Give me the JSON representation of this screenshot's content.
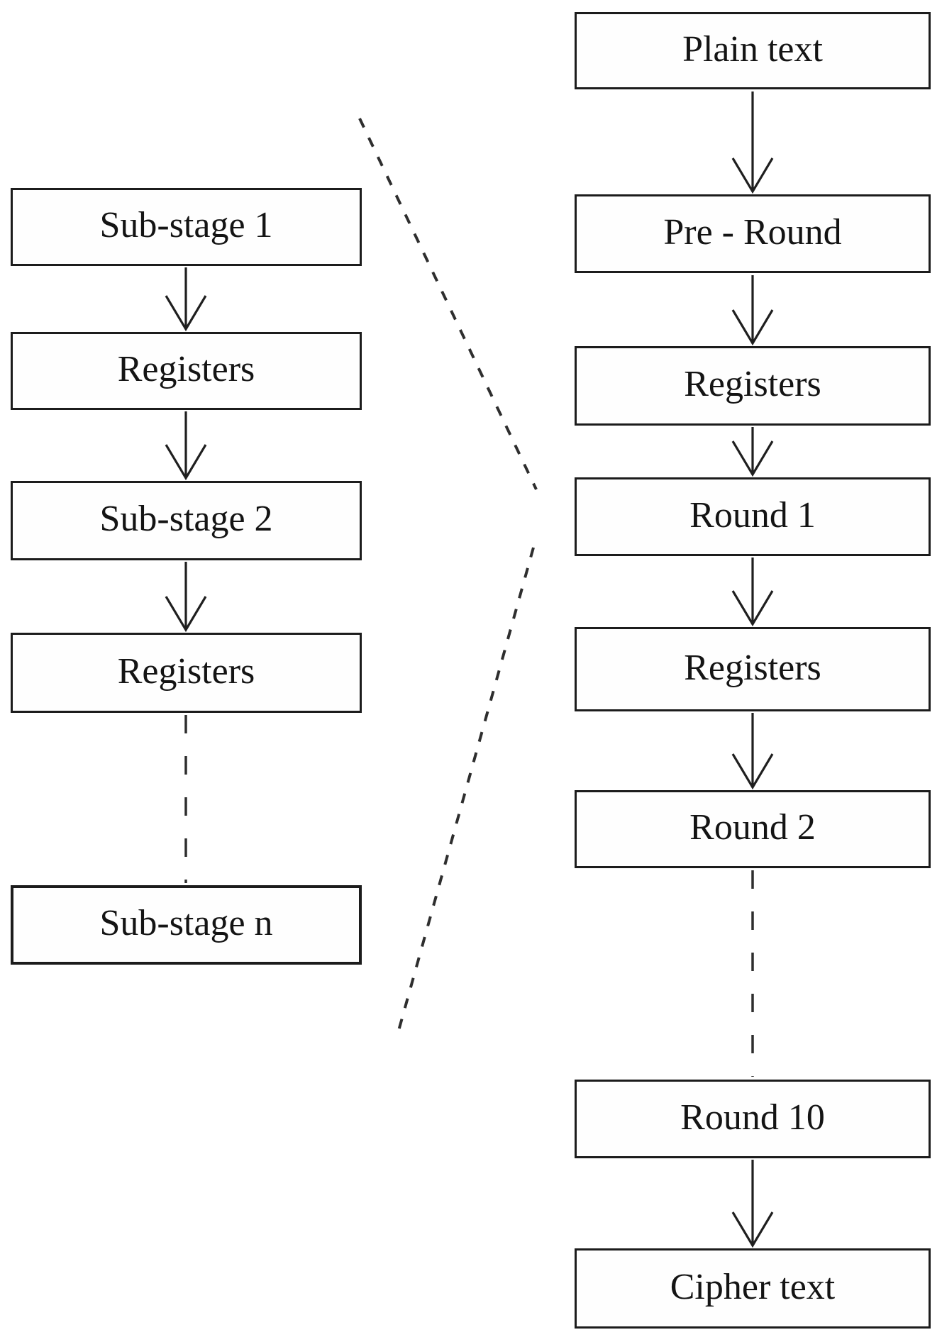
{
  "diagram": {
    "description": "Pipelined block-cipher round structure; left column is a zoomed detail of one round",
    "colors": {
      "background": "#ffffff",
      "box_border": "#1c1c1c",
      "text": "#141414",
      "line": "#1f1f1f",
      "dashed_line": "#2e2e2e"
    },
    "left_column": {
      "nodes": [
        {
          "label": "Sub-stage 1"
        },
        {
          "label": "Registers"
        },
        {
          "label": "Sub-stage 2"
        },
        {
          "label": "Registers"
        },
        {
          "label": "Sub-stage n"
        }
      ],
      "edges": [
        {
          "from": "Sub-stage 1",
          "to": "Registers",
          "style": "solid-arrow"
        },
        {
          "from": "Registers",
          "to": "Sub-stage 2",
          "style": "solid-arrow"
        },
        {
          "from": "Sub-stage 2",
          "to": "Registers",
          "style": "solid-arrow"
        },
        {
          "from": "Registers",
          "to": "Sub-stage n",
          "style": "dashed"
        }
      ]
    },
    "right_column": {
      "nodes": [
        {
          "label": "Plain text"
        },
        {
          "label": "Pre - Round"
        },
        {
          "label": "Registers"
        },
        {
          "label": "Round 1"
        },
        {
          "label": "Registers"
        },
        {
          "label": "Round 2"
        },
        {
          "label": "Round 10"
        },
        {
          "label": "Cipher text"
        }
      ],
      "edges": [
        {
          "from": "Plain text",
          "to": "Pre - Round",
          "style": "solid-arrow"
        },
        {
          "from": "Pre - Round",
          "to": "Registers",
          "style": "solid-arrow"
        },
        {
          "from": "Registers",
          "to": "Round 1",
          "style": "solid-arrow"
        },
        {
          "from": "Round 1",
          "to": "Registers",
          "style": "solid-arrow"
        },
        {
          "from": "Registers",
          "to": "Round 2",
          "style": "solid-arrow"
        },
        {
          "from": "Round 2",
          "to": "Round 10",
          "style": "dashed"
        },
        {
          "from": "Round 10",
          "to": "Cipher text",
          "style": "solid-arrow"
        }
      ]
    },
    "zoom_bracket": {
      "target": "Round 1",
      "detail": "left column sub-stage pipeline",
      "style": "dashed"
    }
  }
}
